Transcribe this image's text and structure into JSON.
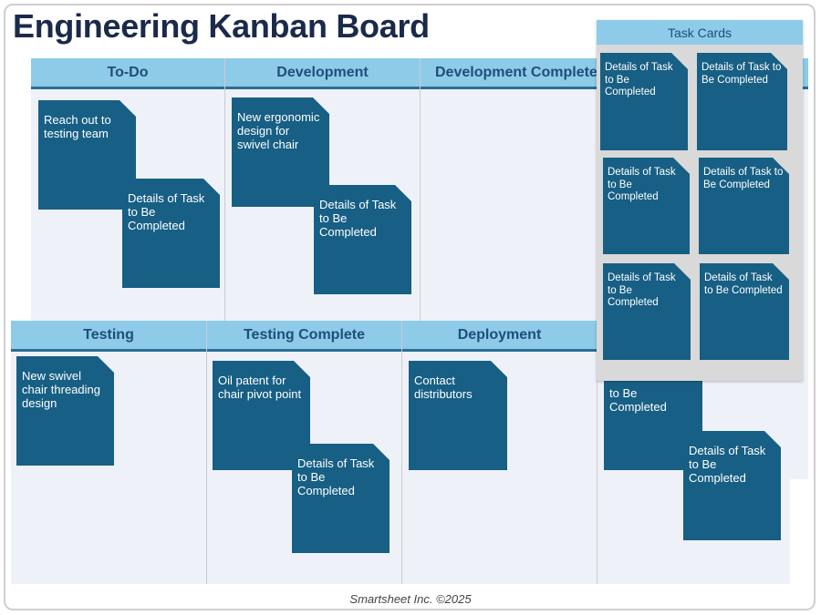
{
  "title": "Engineering Kanban Board",
  "columns": {
    "todo": "To-Do",
    "development": "Development",
    "dev_complete": "Development Complete",
    "testing": "Testing",
    "testing_complete": "Testing Complete",
    "deployment": "Deployment"
  },
  "cards": {
    "todo_1": "Reach out to testing team",
    "todo_2": "Details of Task to Be Completed",
    "dev_1": "New ergonomic design for swivel chair",
    "dev_2": "Details of Task to Be Completed",
    "testing_1": "New swivel chair threading design",
    "tc_1": "Oil patent for chair pivot point",
    "tc_2": "Details of Task to Be Completed",
    "deploy_1": "Contact distributors",
    "last_1": "to Be Completed",
    "last_2": "Details of Task to Be Completed"
  },
  "panel": {
    "title": "Task Cards",
    "cards": [
      "Details of Task to Be Completed",
      "Details of Task to Be Completed",
      "Details of Task to Be Completed",
      "Details of Task to Be Completed",
      "Details of Task to Be Completed",
      "Details of Task to Be Completed"
    ]
  },
  "footer": "Smartsheet Inc. ©2025",
  "colors": {
    "header_bg": "#8dcbe8",
    "header_text": "#1f4e79",
    "card_bg": "#175f84",
    "title_text": "#1b2a4a"
  }
}
